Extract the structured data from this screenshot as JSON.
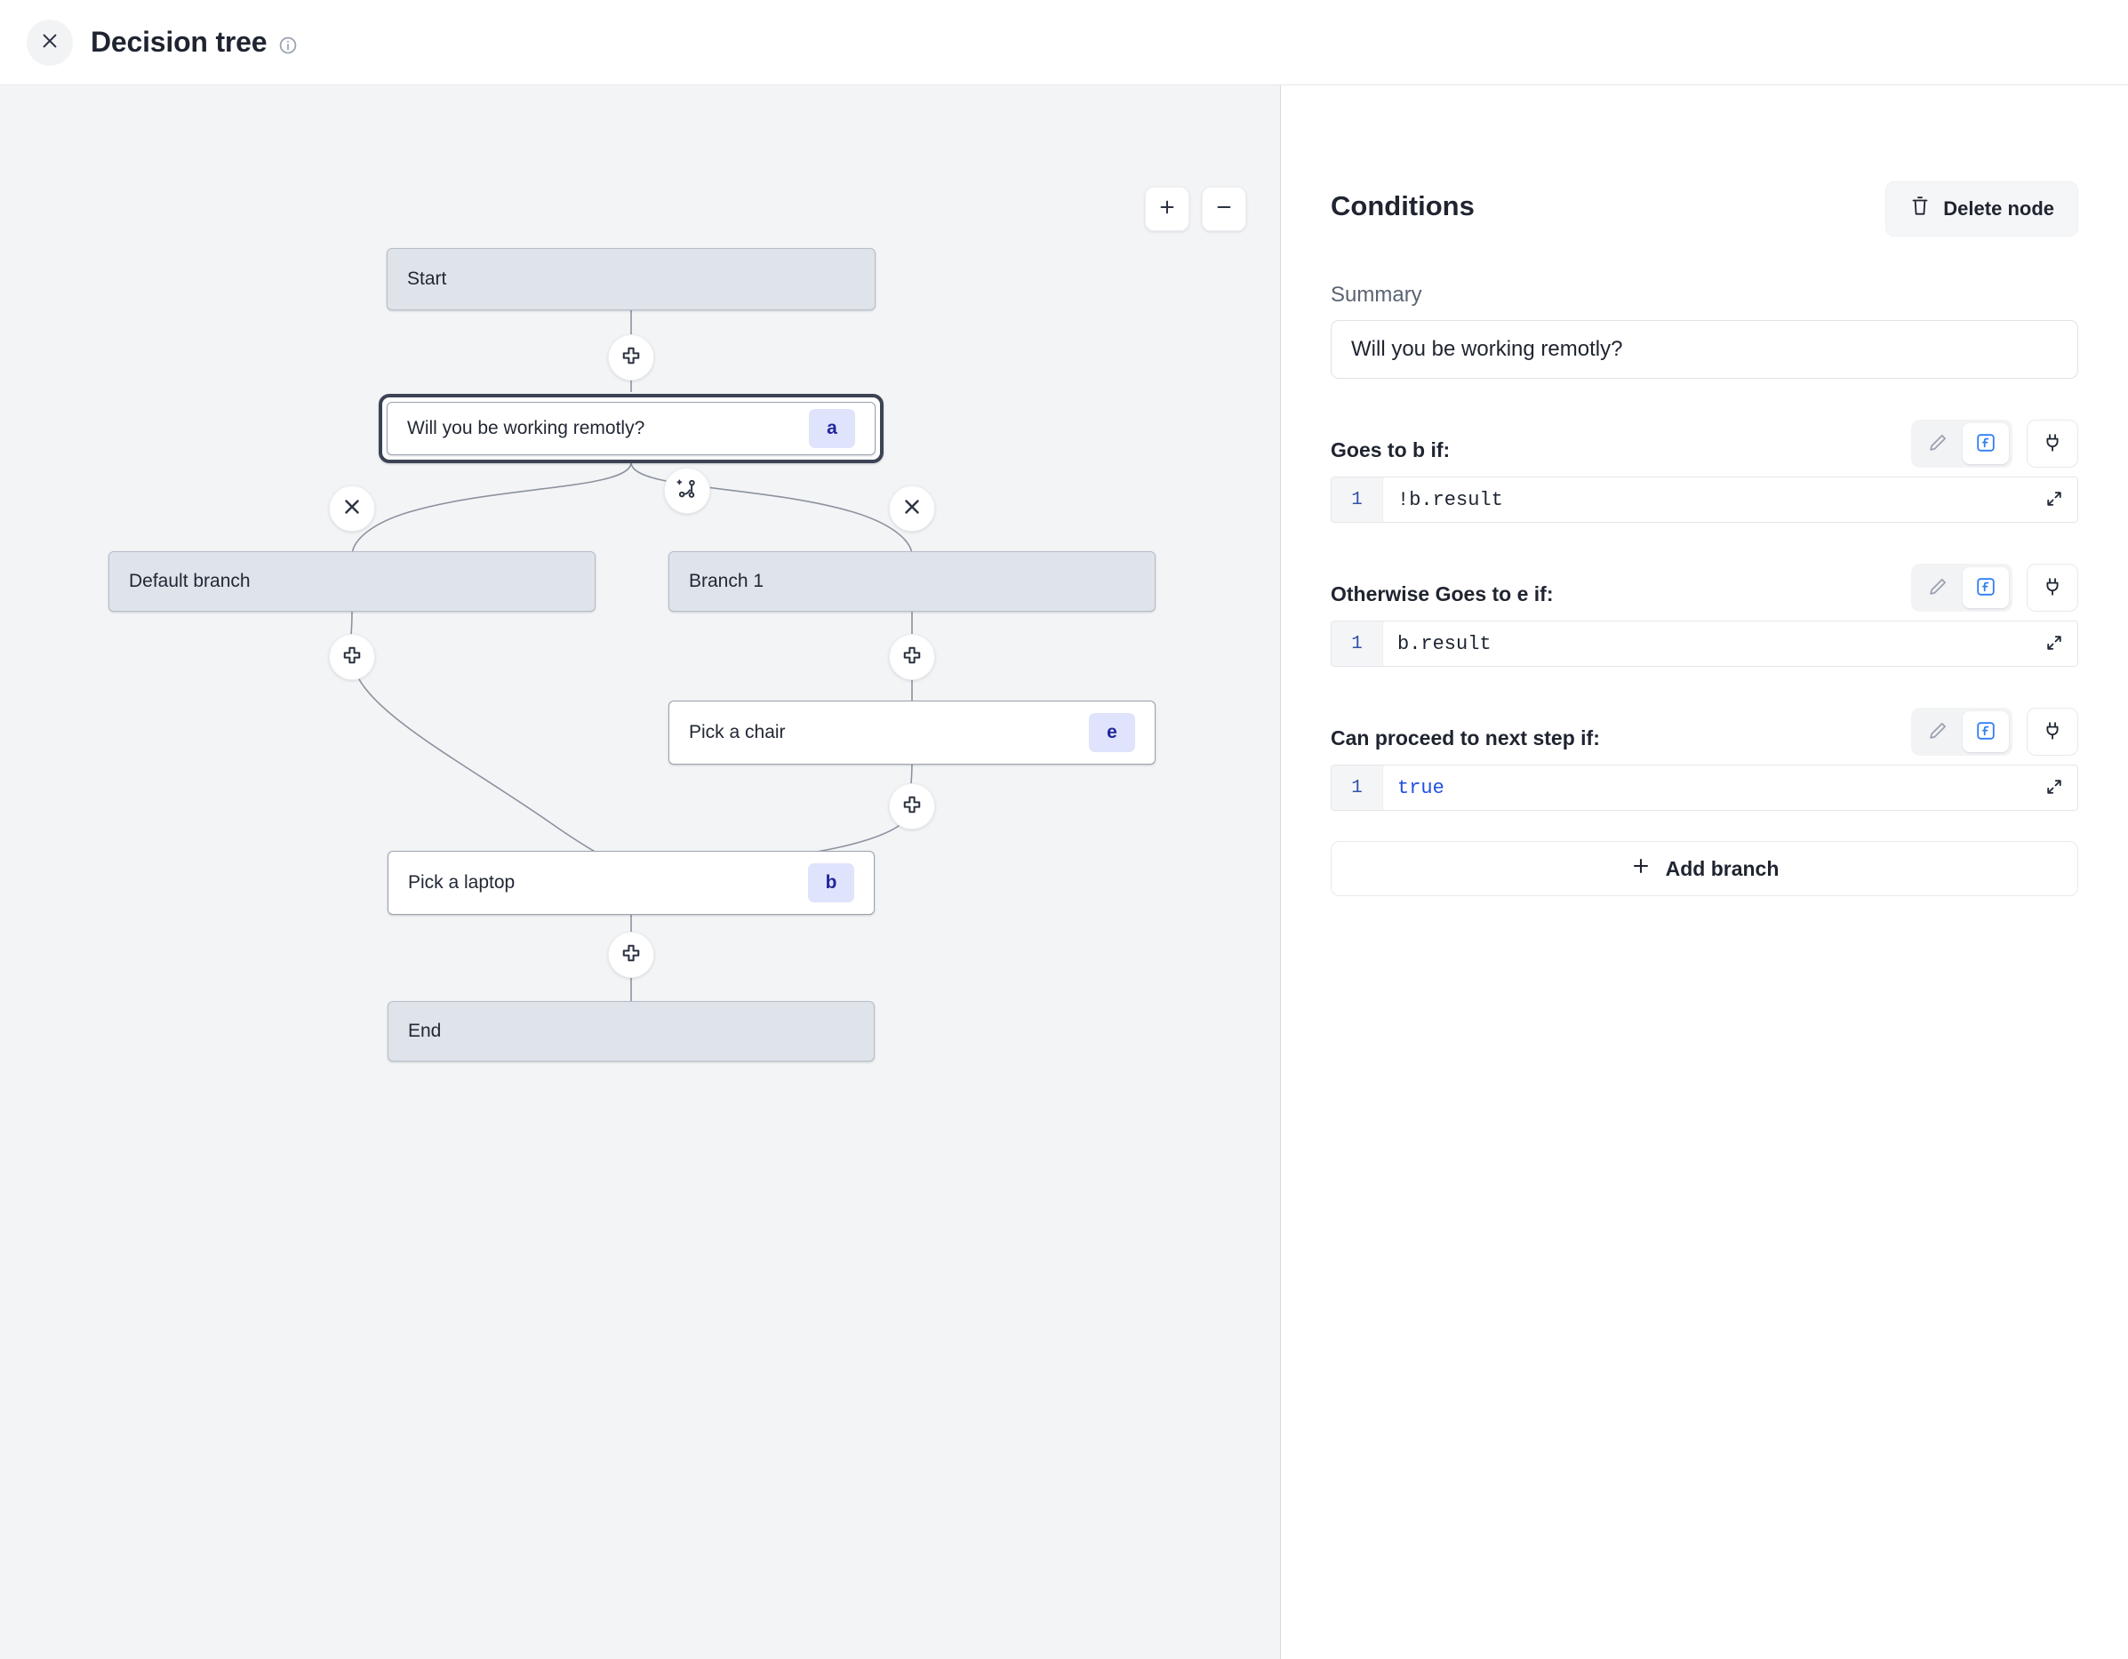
{
  "header": {
    "title": "Decision tree",
    "close_icon": "close-icon",
    "info_icon": "info-circle-icon"
  },
  "canvas": {
    "zoom_in_label": "+",
    "zoom_out_label": "−",
    "nodes": [
      {
        "id": "start",
        "label": "Start",
        "type": "terminal",
        "badge": ""
      },
      {
        "id": "a",
        "label": "Will you be working remotly?",
        "type": "step",
        "badge": "a",
        "selected": true
      },
      {
        "id": "defbr",
        "label": "Default branch",
        "type": "terminal",
        "badge": ""
      },
      {
        "id": "br1",
        "label": "Branch 1",
        "type": "terminal",
        "badge": ""
      },
      {
        "id": "e",
        "label": "Pick a chair",
        "type": "step",
        "badge": "e"
      },
      {
        "id": "b",
        "label": "Pick a laptop",
        "type": "step",
        "badge": "b"
      },
      {
        "id": "end",
        "label": "End",
        "type": "terminal",
        "badge": ""
      }
    ],
    "edge_buttons": [
      {
        "name": "add-node-after-start",
        "icon": "plus-icon"
      },
      {
        "name": "add-branch-button",
        "icon": "git-branch-plus-icon"
      },
      {
        "name": "delete-default-branch",
        "icon": "close-icon"
      },
      {
        "name": "delete-branch-1",
        "icon": "close-icon"
      },
      {
        "name": "add-node-default-branch",
        "icon": "plus-icon"
      },
      {
        "name": "add-node-branch-1",
        "icon": "plus-icon"
      },
      {
        "name": "add-node-after-chair",
        "icon": "plus-icon"
      },
      {
        "name": "add-node-after-laptop",
        "icon": "plus-icon"
      }
    ]
  },
  "panel": {
    "title": "Conditions",
    "delete_node_label": "Delete node",
    "summary_label": "Summary",
    "summary_value": "Will you be working remotly?",
    "conditions": [
      {
        "label": "Goes to b if:",
        "line_number": "1",
        "code": "!b.result",
        "code_is_keyword": false
      },
      {
        "label": "Otherwise Goes to e if:",
        "line_number": "1",
        "code": "b.result",
        "code_is_keyword": false
      },
      {
        "label": "Can proceed to next step if:",
        "line_number": "1",
        "code": "true",
        "code_is_keyword": true
      }
    ],
    "tool_icons": {
      "edit": "pencil-icon",
      "function": "function-icon",
      "connect": "plug-icon",
      "expand": "expand-arrows-icon"
    },
    "add_branch_label": "Add branch"
  },
  "colors": {
    "accent": "#2f7df6",
    "badge_bg": "#dfe3fb",
    "badge_text": "#22269c",
    "canvas_bg": "#f3f4f6",
    "terminal_node": "#dfe4ea"
  }
}
